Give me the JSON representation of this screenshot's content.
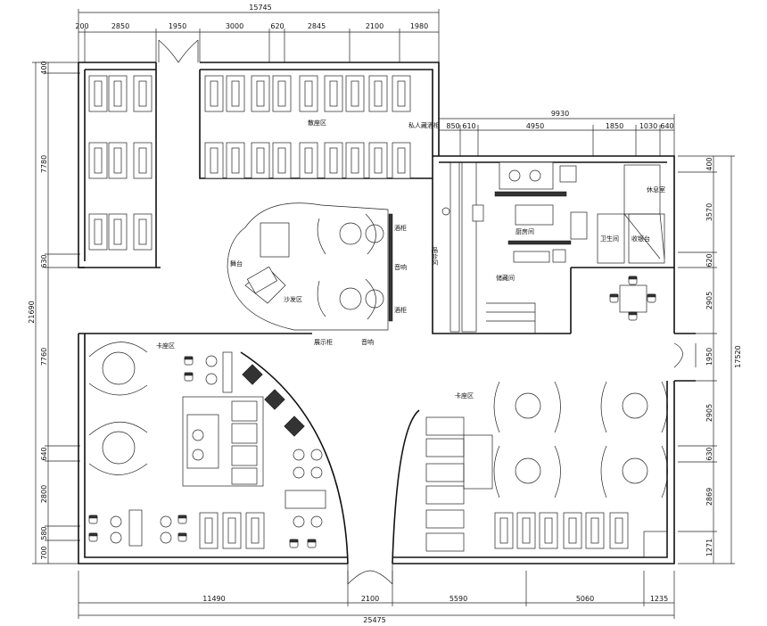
{
  "top_total": "15745",
  "top_dims": [
    "200",
    "2850",
    "1950",
    "3000",
    "620",
    "2845",
    "2100",
    "1980"
  ],
  "kitchen_total": "9930",
  "kitchen_dims": [
    "850",
    "610",
    "4950",
    "1850",
    "1030",
    "640"
  ],
  "left_total": "21690",
  "left_dims": [
    "400",
    "7780",
    "630",
    "7760",
    "640",
    "2800",
    "580",
    "700"
  ],
  "right_total": "17520",
  "right_dims": [
    "400",
    "3570",
    "620",
    "2905",
    "1950",
    "2905",
    "630",
    "2869",
    "1271"
  ],
  "bottom_dims": [
    "11490",
    "2100",
    "5590",
    "5060",
    "1235"
  ],
  "bottom_total": "25475",
  "labels": {
    "booth_top": "散座区",
    "booth_top2": "私人藏酒柜",
    "bar_area": "吧台区",
    "stage": "舞台",
    "sofa_area": "沙发区",
    "wine1": "酒柜",
    "wine2": "音响",
    "wine3": "酒柜",
    "booth_left": "卡座区",
    "booth_right": "卡座区",
    "kitchen": "厨房间",
    "store": "储藏间",
    "office": "收银台",
    "display": "展示柜",
    "ktv": "音响",
    "storage": "休息室",
    "bath": "卫生间"
  }
}
